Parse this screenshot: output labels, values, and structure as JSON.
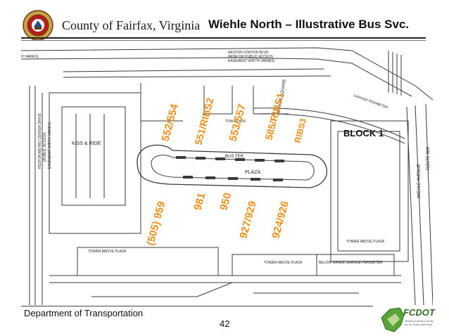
{
  "header": {
    "county": "County of Fairfax, Virginia",
    "title": "Wiehle North – Illustrative Bus Svc."
  },
  "plan": {
    "street_labels": {
      "reston_station": "RESTON STATION BLVD.",
      "row_easement": "(ROW OR PUBLIC ACCESS",
      "easement_width": "EASEMENT WIDTH VARIES)",
      "left_varies": "H VARIES)",
      "metro_drive_1": "RESTON METRO CENTER DRIVE",
      "metro_drive_2": "(PUBLIC ACCESS",
      "metro_drive_3": "EASEMENT WIDTH VARIES)",
      "wiehle_1": "WIEHLE AVENUE",
      "wiehle_2": "ROUTE 828",
      "kiss_ride": "KISS & RIDE",
      "bus_terminal": "BUS TER",
      "market_square": "MARKET SQUARE",
      "tower_plaza": "TOW PLAZA",
      "plaza": "PLAZA",
      "tower_above_plaza": "TOWER ABOVE PLAZA",
      "below_grade": "BELOW GRADE GARAGE PERIMETER",
      "garage_perimeter": "GARAGE PERIMETER"
    },
    "block_label": "BLOCK 1",
    "routes": {
      "r1": "552/554",
      "r2": "551/RIBS2",
      "r3": "553/557",
      "r4": "585/RIBS1",
      "r5": "RIBS3",
      "r6": "(505) 959",
      "r7": "981",
      "r8": "950",
      "r9": "927/929",
      "r10": "924/926"
    },
    "colors": {
      "route_label": "#e8901f",
      "lines": "#3a3a3a"
    }
  },
  "footer": {
    "department": "Department of Transportation",
    "page_number": "42",
    "logo_text": "FCDOT",
    "logo_tagline_1": "Serving Fairfax County",
    "logo_tagline_2": "for 30 Years and More"
  }
}
